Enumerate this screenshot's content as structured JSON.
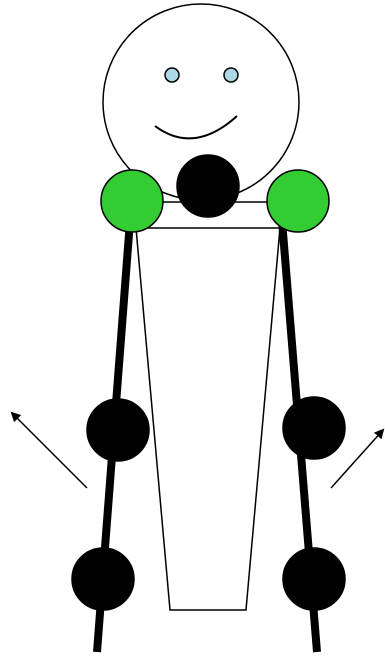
{
  "figure": {
    "style": {
      "background": "#ffffff",
      "outline": "#000000",
      "joint_black": "#000000",
      "joint_green": "#33cc33",
      "eye_fill": "#add8e6"
    },
    "parts": {
      "head": {
        "shape": "circle"
      },
      "eyes": {
        "count": 2
      },
      "smile": {
        "shape": "arc"
      },
      "torso": {
        "shape": "trapezoid"
      },
      "neck_joint": {
        "color": "black"
      },
      "shoulder_joints": {
        "color": "green",
        "count": 2
      },
      "arm_joints": {
        "color": "black",
        "count": 4
      },
      "direction_arrows": {
        "count": 2,
        "direction": "outward-upward"
      }
    }
  }
}
